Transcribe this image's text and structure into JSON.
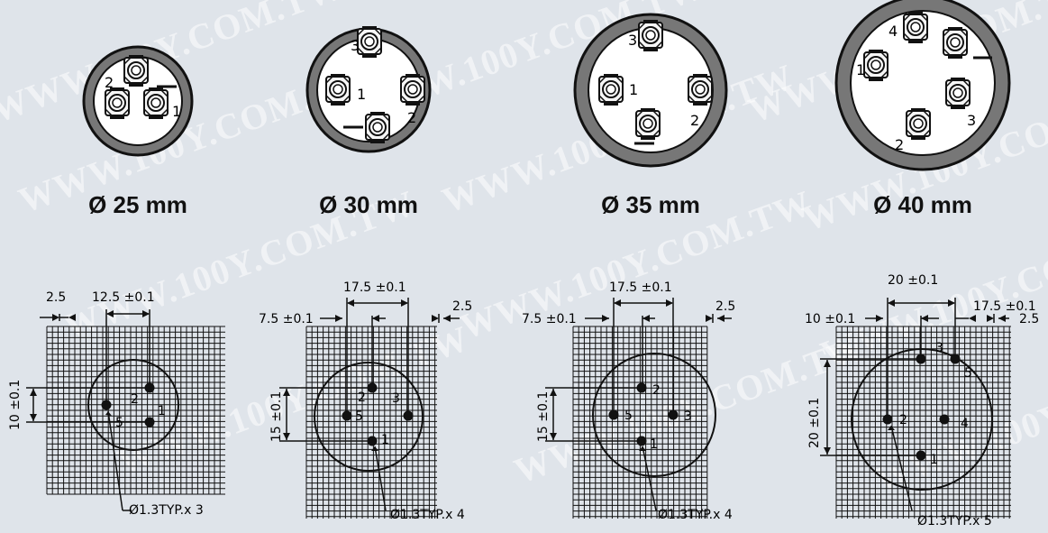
{
  "watermark": "WWW.100Y.COM.TW",
  "connectors": [
    {
      "size_label": "Ø 25 mm",
      "pins": [
        "1",
        "2"
      ]
    },
    {
      "size_label": "Ø 30 mm",
      "pins": [
        "1",
        "2",
        "3"
      ]
    },
    {
      "size_label": "Ø 35 mm",
      "pins": [
        "1",
        "2",
        "3"
      ]
    },
    {
      "size_label": "Ø 40 mm",
      "pins": [
        "1",
        "2",
        "3",
        "4"
      ]
    }
  ],
  "layouts": [
    {
      "dims": {
        "a": "2.5",
        "b": "12.5 ±0.1",
        "v": "10 ±0.1"
      },
      "hole_labels": [
        "2",
        "5",
        "1"
      ],
      "callout": "Ø1.3TYP.x 3"
    },
    {
      "dims": {
        "a": "17.5 ±0.1",
        "b": "7.5 ±0.1",
        "c": "2.5",
        "v": "15 ±0.1"
      },
      "hole_labels": [
        "2",
        "5",
        "3",
        "1"
      ],
      "callout": "Ø1.3TYP.x 4"
    },
    {
      "dims": {
        "a": "17.5 ±0.1",
        "b": "7.5 ±0.1",
        "c": "2.5",
        "v": "15 ±0.1"
      },
      "hole_labels": [
        "2",
        "5",
        "3",
        "1"
      ],
      "callout": "Ø1.3TYP.x 4"
    },
    {
      "dims": {
        "a": "20 ±0.1",
        "b": "10 ±0.1",
        "c": "17.5 ±0.1",
        "d": "2.5",
        "v": "20 ±0.1"
      },
      "hole_labels": [
        "3",
        "5",
        "2",
        "4",
        "1"
      ],
      "callout": "Ø1.3TYP.x 5"
    }
  ]
}
